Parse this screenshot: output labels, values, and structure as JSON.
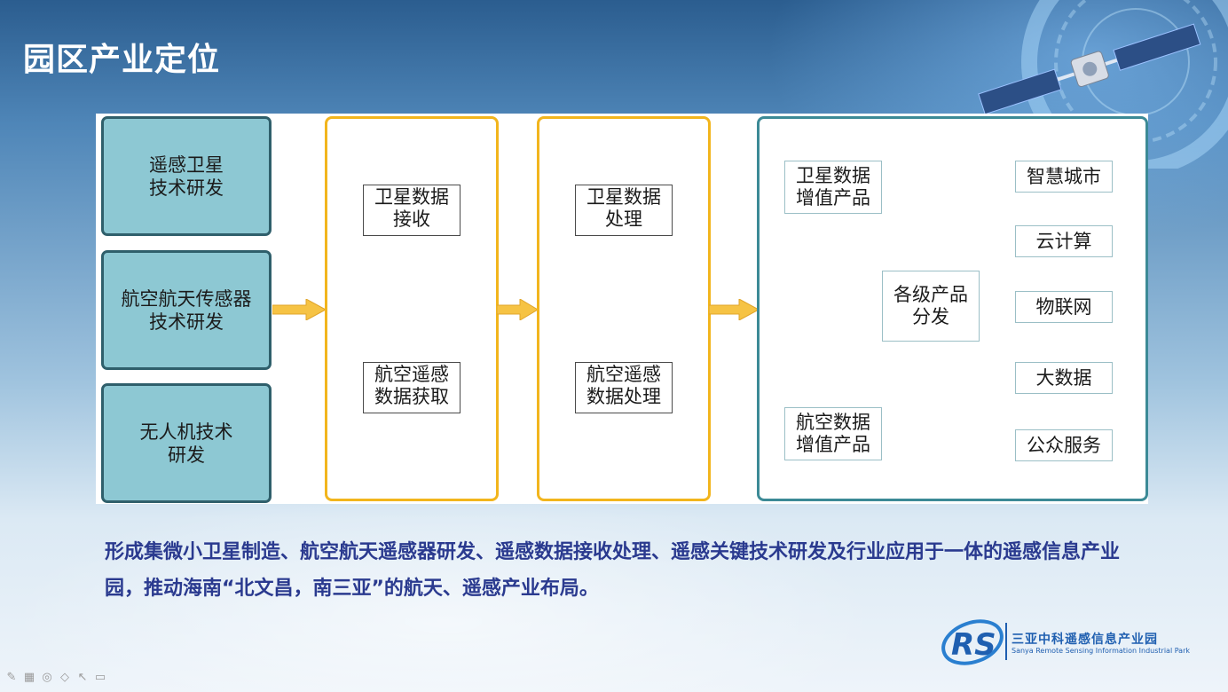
{
  "title": "园区产业定位",
  "research": [
    "遥感卫星\n技术研发",
    "航空航天传感器\n技术研发",
    "无人机技术\n研发"
  ],
  "reception": [
    "卫星数据\n接收",
    "航空遥感\n数据获取"
  ],
  "processing": [
    "卫星数据\n处理",
    "航空遥感\n数据处理"
  ],
  "products": {
    "satellite_products": "卫星数据\n增值产品",
    "aerial_products": "航空数据\n增值产品",
    "distribution": "各级产品\n分发",
    "applications": [
      "智慧城市",
      "云计算",
      "物联网",
      "大数据",
      "公众服务"
    ]
  },
  "summary": "形成集微小卫星制造、航空航天遥感器研发、遥感数据接收处理、遥感关键技术研发及行业应用于一体的遥感信息产业园，推动海南“北文昌，南三亚”的航天、遥感产业布局。",
  "logo": {
    "mark": "RS",
    "name_cn": "三亚中科遥感信息产业园",
    "name_en": "Sanya Remote Sensing Information Industrial Park"
  },
  "toolbar_icons": [
    "pen-icon",
    "grid-icon",
    "eraser-icon",
    "highlighter-icon",
    "pointer-icon",
    "video-icon"
  ],
  "colors": {
    "research_fill": "#8dc8d3",
    "column_border": "#f2b51d",
    "output_border": "#3c8a96",
    "summary_text": "#2a3a8f",
    "arrow_fill": "#f6c344"
  }
}
